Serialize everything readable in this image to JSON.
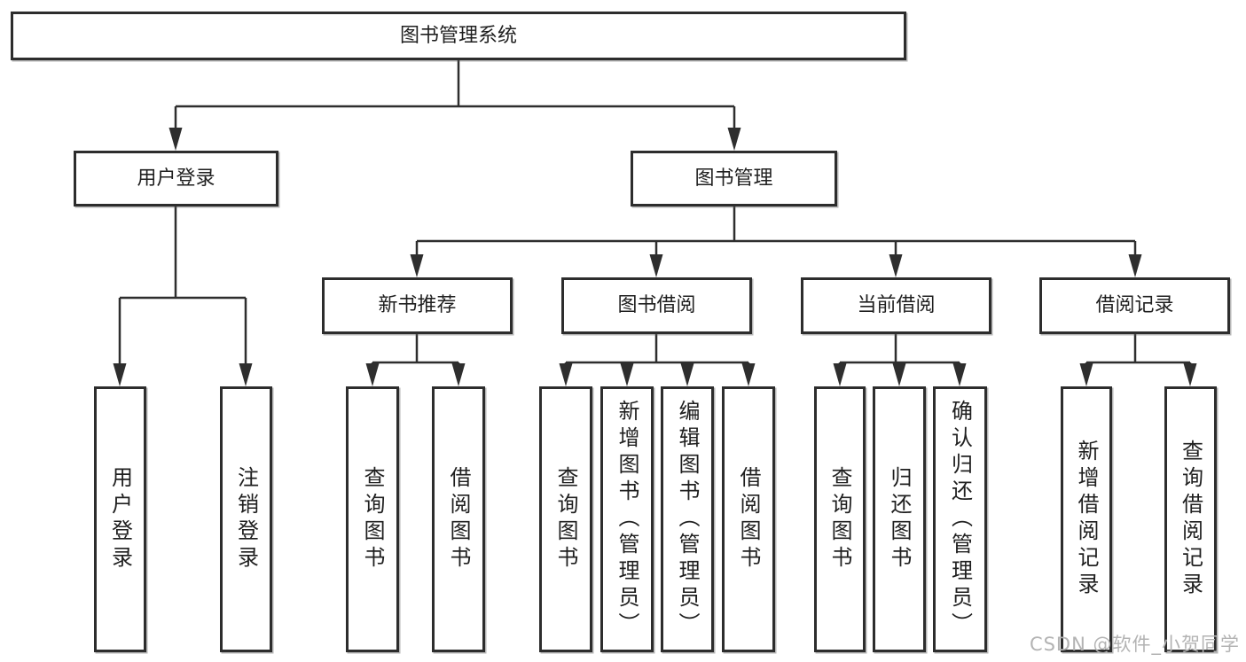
{
  "diagram": {
    "root": "图书管理系统",
    "level2": {
      "user_login": {
        "label": "用户登录",
        "children": [
          "用户登录",
          "注销登录"
        ]
      },
      "book_mgmt": {
        "label": "图书管理"
      }
    },
    "level3": {
      "new_book": {
        "label": "新书推荐",
        "children": [
          "查询图书",
          "借阅图书"
        ]
      },
      "book_borrow": {
        "label": "图书借阅",
        "children": [
          "查询图书",
          "新增图书（管理员）",
          "编辑图书（管理员）",
          "借阅图书"
        ]
      },
      "current_borrow": {
        "label": "当前借阅",
        "children": [
          "查询图书",
          "归还图书",
          "确认归还（管理员）"
        ]
      },
      "borrow_record": {
        "label": "借阅记录",
        "children": [
          "新增借阅记录",
          "查询借阅记录"
        ]
      }
    }
  },
  "watermark": "CSDN @软件_小贺同学",
  "colors": {
    "line": "#2e2e2e",
    "box_border": "#2d2d2d",
    "box_fill": "#ffffff",
    "watermark": "#b3b3b3"
  }
}
